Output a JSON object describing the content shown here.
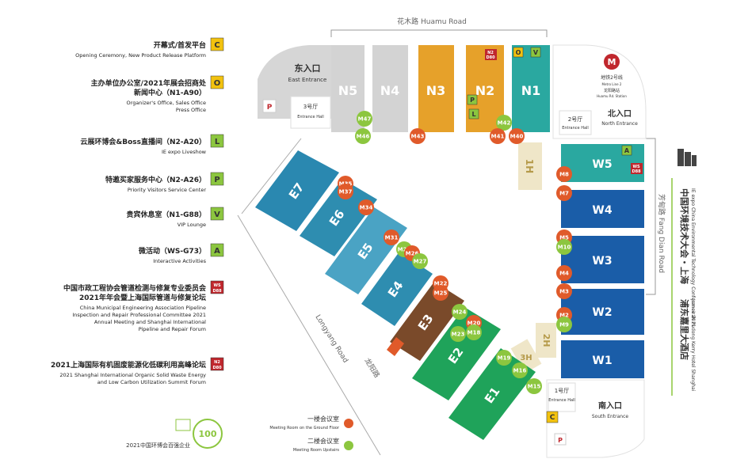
{
  "colors": {
    "hall_blue": "#1a5da8",
    "hall_teal": "#2e8db0",
    "hall_lightblue": "#4aa3c4",
    "hall_green": "#1fa35a",
    "hall_orange": "#e6a12a",
    "hall_brown": "#7a4a2a",
    "hall_gray": "#d3d3d3",
    "marker_ground": "#e05a2a",
    "marker_upstairs": "#8cc63f",
    "badge_red": "#c0272d",
    "badge_yellow": "#f2c20f",
    "badge_green": "#8cc63f",
    "bracket": "#999999"
  },
  "roads": {
    "top_cn": "花木路",
    "top_en": "Huamu Road",
    "right_cn": "芳甸路",
    "right_en": "Fang Dian Road",
    "diag_cn": "龙阳路",
    "diag_en": "Longyang Road"
  },
  "entrances": {
    "east_cn": "东入口",
    "east_en": "East Entrance",
    "north_cn": "北入口",
    "north_en": "North Entrance",
    "south_cn": "南入口",
    "south_en": "South Entrance",
    "hall3_cn": "3号厅",
    "hall3_en": "Entrance Hall",
    "hall2_cn": "2号厅",
    "hall2_en": "Entrance Hall",
    "hall1_cn": "1号厅",
    "hall1_en": "Entrance Hall"
  },
  "metro": {
    "line_cn": "地铁2号线",
    "line_en": "Metro Line 2",
    "station_cn": "龙阳路站",
    "station_en": "Huamu Rd. Station"
  },
  "halls": [
    {
      "id": "N5",
      "label": "N5"
    },
    {
      "id": "N4",
      "label": "N4"
    },
    {
      "id": "N3",
      "label": "N3"
    },
    {
      "id": "N2",
      "label": "N2"
    },
    {
      "id": "N1",
      "label": "N1"
    },
    {
      "id": "W5",
      "label": "W5"
    },
    {
      "id": "W4",
      "label": "W4"
    },
    {
      "id": "W3",
      "label": "W3"
    },
    {
      "id": "W2",
      "label": "W2"
    },
    {
      "id": "W1",
      "label": "W1"
    },
    {
      "id": "E7",
      "label": "E7"
    },
    {
      "id": "E6",
      "label": "E6"
    },
    {
      "id": "E5",
      "label": "E5"
    },
    {
      "id": "E4",
      "label": "E4"
    },
    {
      "id": "E3",
      "label": "E3"
    },
    {
      "id": "E2",
      "label": "E2"
    },
    {
      "id": "E1",
      "label": "E1"
    },
    {
      "id": "H1",
      "label": "1H"
    },
    {
      "id": "H2",
      "label": "2H"
    },
    {
      "id": "H3",
      "label": "3H"
    }
  ],
  "meeting_rooms": [
    "M47",
    "M46",
    "M43",
    "M42",
    "M41",
    "M40",
    "M8",
    "M7",
    "M5",
    "M10",
    "M4",
    "M3",
    "M2",
    "M9",
    "M35",
    "M37",
    "M34",
    "M31",
    "M28",
    "M26",
    "M27",
    "M22",
    "M25",
    "M24",
    "M20",
    "M18",
    "M23",
    "M19",
    "M16",
    "M15"
  ],
  "legend": [
    {
      "badge": "C",
      "color": "yellow",
      "cn": "开幕式/首发平台",
      "en": [
        "Opening Ceremony, New Product Release Platform"
      ]
    },
    {
      "badge": "O",
      "color": "yellow",
      "cn": "主办单位办公室/2021年展会招商处",
      "cn2": "新闻中心（N1-A90）",
      "en": [
        "Organizer's Office, Sales Office",
        "Press Office"
      ]
    },
    {
      "badge": "L",
      "color": "green",
      "cn": "云展环博会&Boss直播间（N2-A20）",
      "en": [
        "IE expo Liveshow"
      ]
    },
    {
      "badge": "P",
      "color": "green",
      "cn": "特邀买家服务中心（N2-A26）",
      "en": [
        "Priority Visitors Service Center"
      ]
    },
    {
      "badge": "V",
      "color": "green",
      "cn": "贵宾休息室（N1-G88）",
      "en": [
        "VIP Lounge"
      ]
    },
    {
      "badge": "A",
      "color": "green",
      "cn": "微活动（WS-G73）",
      "en": [
        "Interactive Activities"
      ]
    },
    {
      "badge": "WS\nD88",
      "color": "red",
      "cn": "中国市政工程协会管道检测与修复专业委员会",
      "cn2": "2021年年会暨上海国际管道与修复论坛",
      "en": [
        "China Municipal Engineering Association Pipeline",
        "Inspection and Repair Professional Committee 2021",
        "Annual Meeting and Shanghai International",
        "Pipeline and Repair Forum"
      ]
    },
    {
      "badge": "N2\nD80",
      "color": "red",
      "cn": "2021上海国际有机固废能源化低碳利用高峰论坛",
      "en": [
        "2021 Shanghai International Organic Solid Waste Energy",
        "and Low Carbon Utilization Summit Forum"
      ]
    }
  ],
  "map_legend": {
    "ground_cn": "一楼会议室",
    "ground_en": "Meeting Room on the Ground Floor",
    "up_cn": "二楼会议室",
    "up_en": "Meeting Room Upstairs"
  },
  "logo": {
    "number": "100",
    "cn": "2021中国环博会百强企业"
  },
  "venue": {
    "cn_1": "中国环境技术大会・上海",
    "en_1": "IE expo China Environmental Technology Conference 2021",
    "cn_2": "浦东嘉里大酒店",
    "en_2": "Jumeirah Pudong Kerry Hotel Shanghai"
  }
}
